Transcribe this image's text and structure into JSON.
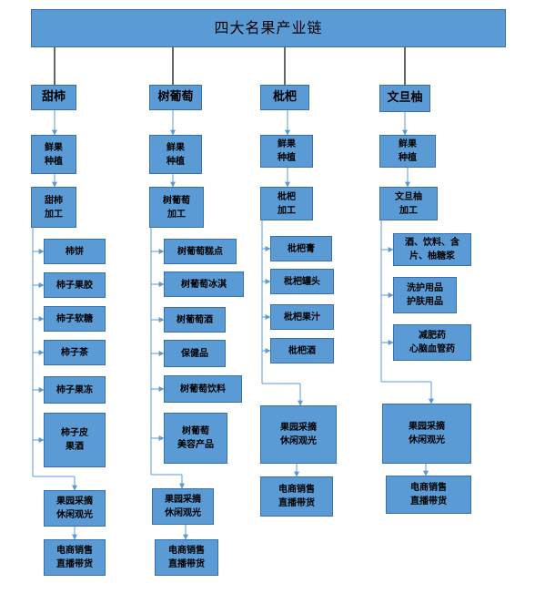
{
  "title": "四大名果产业链",
  "chains": [
    {
      "id": "sweet-persimmon",
      "name": "甜柿",
      "steps": {
        "planting": "鲜果\n种植",
        "processing": "甜柿\n加工",
        "products": [
          "柿饼",
          "柿子果胶",
          "柿子软糖",
          "柿子茶",
          "柿子果冻",
          "柿子皮\n果酒"
        ],
        "tourism": "果园采摘\n休闲观光",
        "ecommerce": "电商销售\n直播带货"
      }
    },
    {
      "id": "tree-grape",
      "name": "树葡萄",
      "steps": {
        "planting": "鲜果\n种植",
        "processing": "树葡萄\n加工",
        "products": [
          "树葡萄糕点",
          "树葡萄冰淇",
          "树葡萄酒",
          "保健品",
          "树葡萄饮料",
          "树葡萄\n美容产品"
        ],
        "tourism": "果园采摘\n休闲观光",
        "ecommerce": "电商销售\n直播带货"
      }
    },
    {
      "id": "loquat",
      "name": "枇杷",
      "steps": {
        "planting": "鲜果\n种植",
        "processing": "枇杷\n加工",
        "products": [
          "枇杷膏",
          "枇杷罐头",
          "枇杷果汁",
          "枇杷酒"
        ],
        "tourism": "果园采摘\n休闲观光",
        "ecommerce": "电商销售\n直播带货"
      }
    },
    {
      "id": "wendan-pomelo",
      "name": "文旦柚",
      "steps": {
        "planting": "鲜果\n种植",
        "processing": "文旦柚\n加工",
        "products": [
          "酒、饮料、含\n片、柚糖浆",
          "洗护用品\n护肤用品",
          "减肥药\n心脑血管药"
        ],
        "tourism": "果园采摘\n休闲观光",
        "ecommerce": "电商销售\n直播带货"
      }
    }
  ],
  "colors": {
    "box_fill": "#5b9bd5",
    "box_border": "#3b6fa8",
    "connector": "#000000",
    "arrow": "#5b9bd5"
  }
}
